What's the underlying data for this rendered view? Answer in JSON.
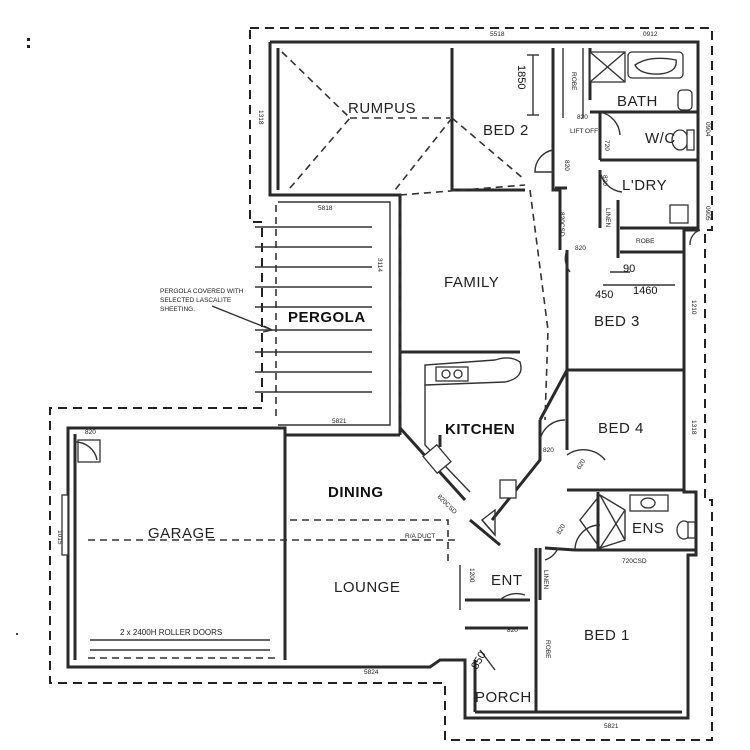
{
  "rooms": {
    "rumpus": "RUMPUS",
    "bed2": "BED 2",
    "bath": "BATH",
    "wc": "W/C",
    "ldry": "L'DRY",
    "family": "FAMILY",
    "pergola": "PERGOLA",
    "bed3": "BED 3",
    "kitchen": "KITCHEN",
    "bed4": "BED 4",
    "dining": "DINING",
    "garage": "GARAGE",
    "ens": "ENS",
    "lounge": "LOUNGE",
    "ent": "ENT",
    "bed1": "BED 1",
    "porch": "PORCH"
  },
  "notes": {
    "pergola_1": "PERGOLA COVERED WITH",
    "pergola_2": "SELECTED LASCALITE",
    "pergola_3": "SHEETING.",
    "roller_doors": "2 x 2400H ROLLER DOORS",
    "ra_duct": "R/A DUCT",
    "robe_bed2": "ROBE",
    "robe_bed3": "ROBE",
    "robe_bed1": "ROBE",
    "linen_ldry": "LINEN",
    "linen_ent": "LINEN",
    "lift_off": "LIFT OFF",
    "door_820csd_a": "820CSD",
    "door_820csd_b": "820CSD",
    "door_820csd_c": "720CSD",
    "d820_1": "820",
    "d820_2": "820",
    "d820_3": "820",
    "d820_4": "820",
    "d820_5": "820",
    "d820_6": "820",
    "d820_7": "820",
    "d820_8": "820",
    "d720": "720",
    "d620": "620"
  },
  "dimensions": {
    "top": "5518",
    "top_right": "0912",
    "right_1": "0904",
    "right_2": "0905",
    "right_3": "1210",
    "right_4": "1318",
    "left_rumpus": "1318",
    "pergola_top": "5818",
    "pergola_side": "3114",
    "pergola_bottom": "5821",
    "garage_side": "1015",
    "bottom_lounge": "5824",
    "bottom_bed1": "5821",
    "bed2_depth": "1850",
    "d90": "90",
    "d450": "450",
    "d1460": "1460",
    "d1200": "1200",
    "d850": "850"
  }
}
